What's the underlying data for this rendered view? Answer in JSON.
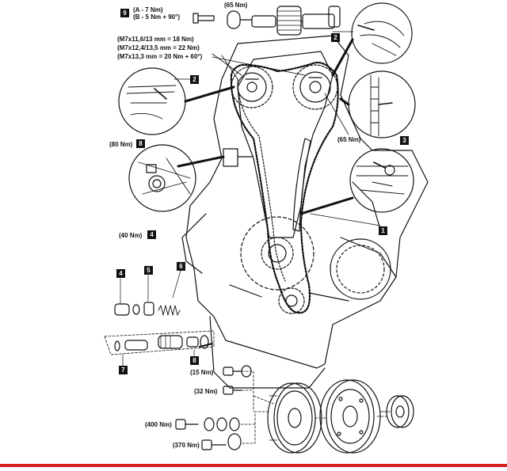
{
  "colors": {
    "ink": "#111111",
    "paper": "#ffffff",
    "accent_bar": "#d81e1e"
  },
  "callouts": {
    "c1": "1",
    "c2": "2",
    "c3": "3",
    "c4": "4",
    "c5": "5",
    "c6": "6",
    "c7": "7",
    "c8": "8",
    "c9": "9"
  },
  "torque": {
    "a_label": "(A - 7 Nm)",
    "b_label": "(B - 5 Nm + 90°)",
    "cam_gear": "(65 Nm)",
    "cam_gear_right": "(65 Nm)",
    "m7_1": "(M7x11,6/13 mm = 18 Nm)",
    "m7_2": "(M7x12,4/13,5 mm = 22 Nm)",
    "m7_3": "(M7x13,3 mm = 20 Nm + 60°)",
    "tensioner_top": "(80 Nm)",
    "tensioner_bottom": "(40 Nm)",
    "p15": "(15 Nm)",
    "p32": "(32 Nm)",
    "p400": "(400 Nm)",
    "p370": "(370 Nm)"
  }
}
